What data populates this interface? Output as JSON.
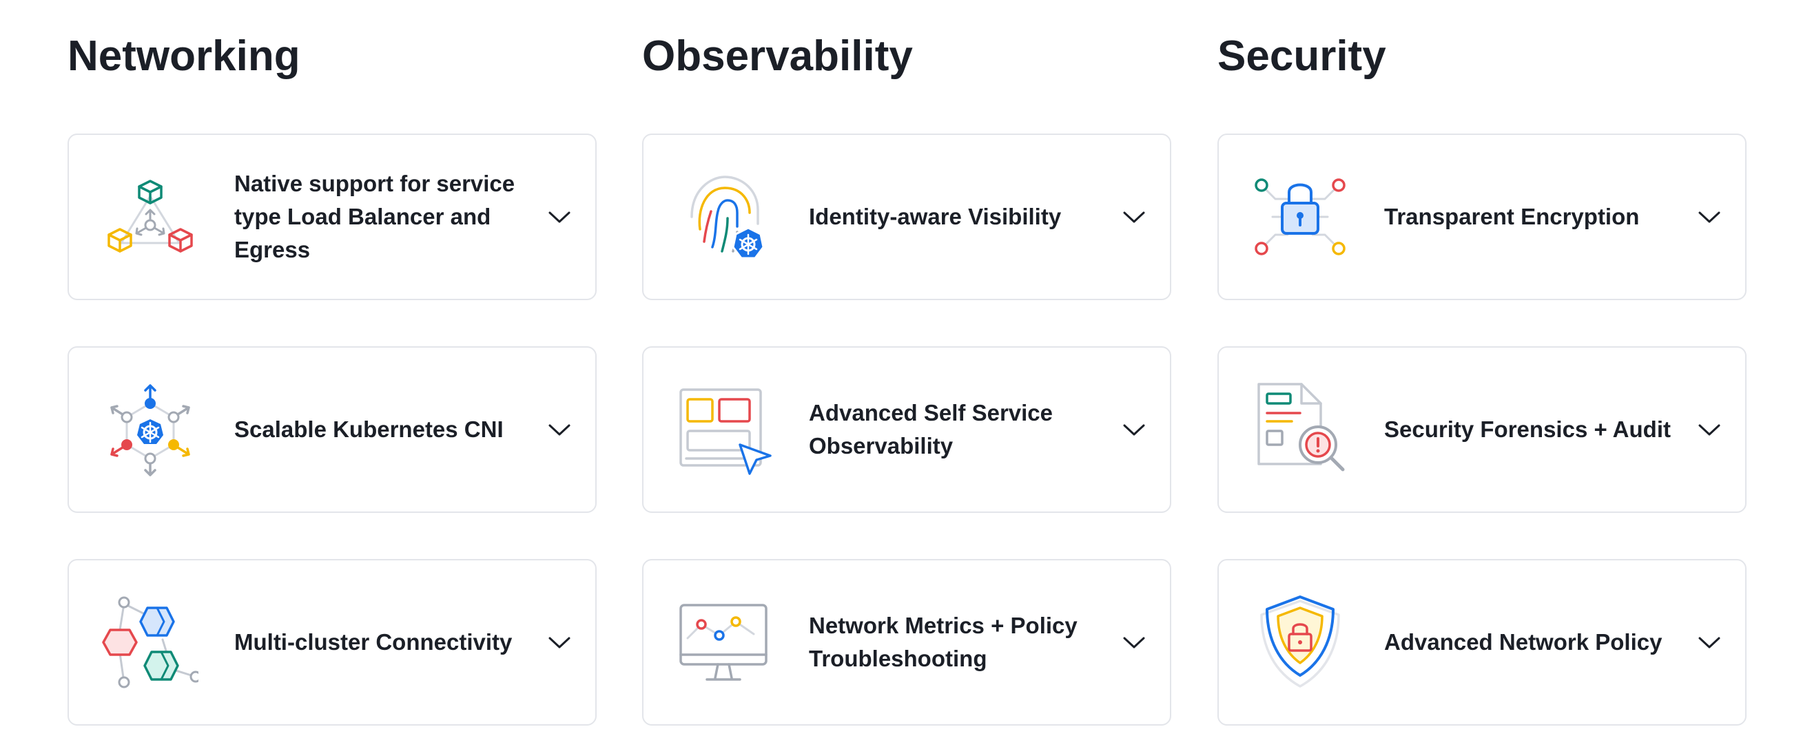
{
  "columns": [
    {
      "title": "Networking",
      "cards": [
        {
          "label": "Native support for service type Load Balancer and Egress",
          "icon": "load-balancer-icon"
        },
        {
          "label": "Scalable Kubernetes CNI",
          "icon": "kubernetes-cni-icon"
        },
        {
          "label": "Multi-cluster Connectivity",
          "icon": "multi-cluster-icon"
        }
      ]
    },
    {
      "title": "Observability",
      "cards": [
        {
          "label": "Identity-aware Visibility",
          "icon": "fingerprint-icon"
        },
        {
          "label": "Advanced Self Service Observability",
          "icon": "dashboard-cursor-icon"
        },
        {
          "label": "Network Metrics + Policy Troubleshooting",
          "icon": "monitor-metrics-icon"
        }
      ]
    },
    {
      "title": "Security",
      "cards": [
        {
          "label": "Transparent Encryption",
          "icon": "lock-circuit-icon"
        },
        {
          "label": "Security Forensics + Audit",
          "icon": "document-magnifier-icon"
        },
        {
          "label": "Advanced Network Policy",
          "icon": "shield-lock-icon"
        }
      ]
    }
  ],
  "colors": {
    "text": "#1b1f27",
    "border": "#e3e5ea",
    "blue": "#1a73e8",
    "red": "#e5484d",
    "yellow": "#f5b800",
    "teal": "#0f8a76",
    "gray": "#a3a9b3"
  },
  "chevron_icon": "chevron-down-icon"
}
